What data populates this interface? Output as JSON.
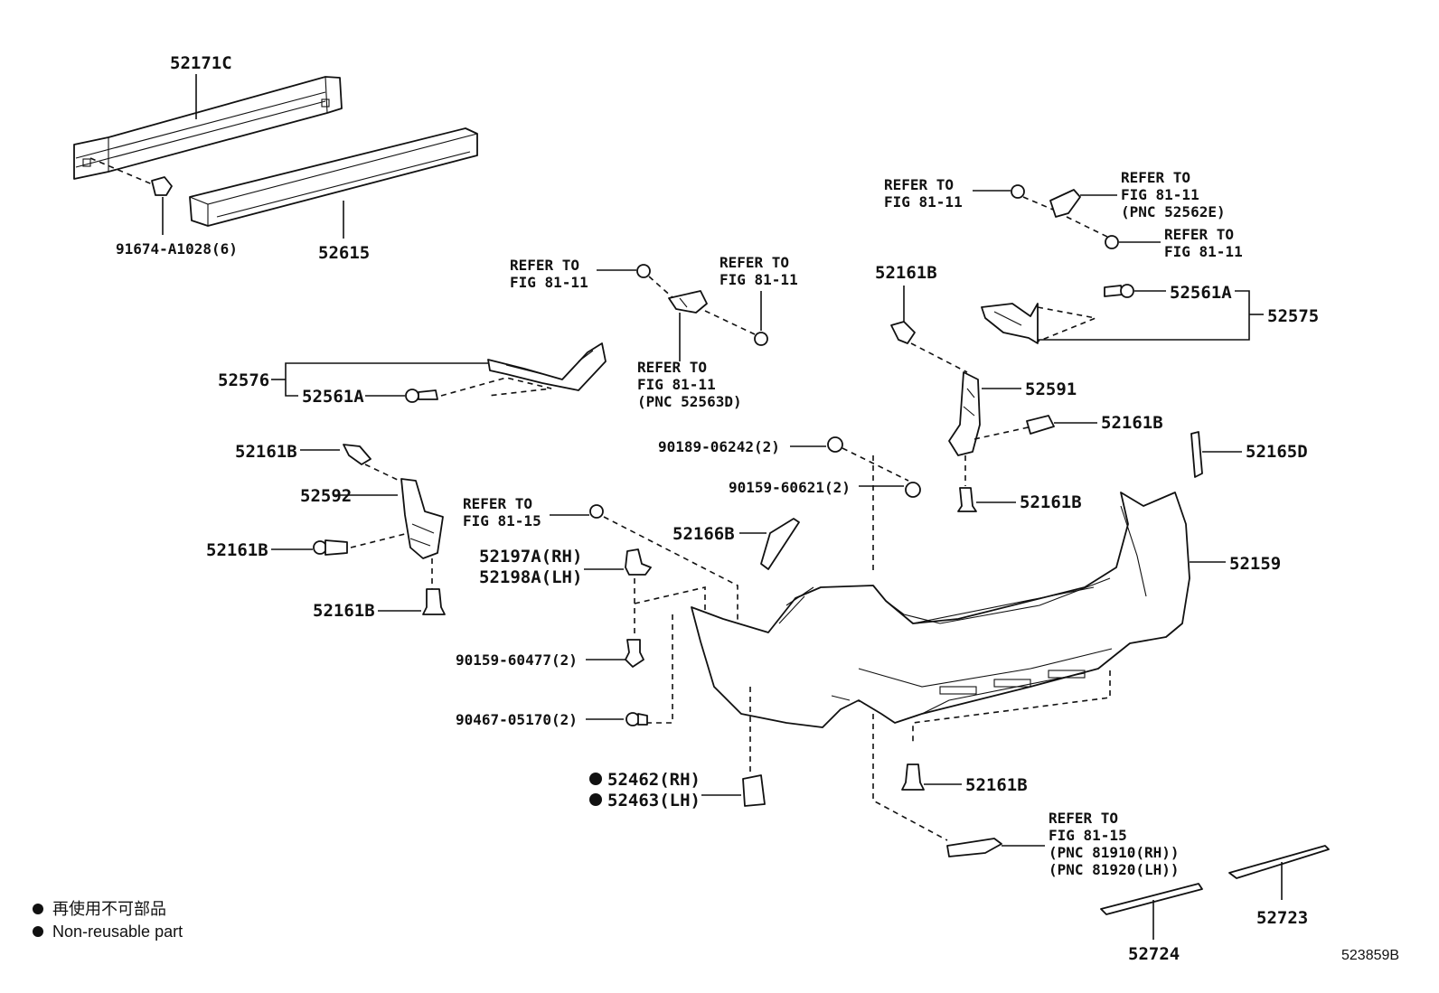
{
  "labels": {
    "p52171C": "52171C",
    "p91674": "91674-A1028(6)",
    "p52615": "52615",
    "refer_a": [
      "REFER TO",
      "FIG 81-11"
    ],
    "refer_b": [
      "REFER TO",
      "FIG 81-11"
    ],
    "refer_c": [
      "REFER TO",
      "FIG 81-11",
      "(PNC 52563D)"
    ],
    "refer_d": [
      "REFER TO",
      "FIG 81-11"
    ],
    "refer_e": [
      "REFER TO",
      "FIG 81-11",
      "(PNC 52562E)"
    ],
    "refer_f": [
      "REFER TO",
      "FIG 81-11"
    ],
    "refer_g": [
      "REFER TO",
      "FIG 81-15"
    ],
    "refer_h": [
      "REFER TO",
      "FIG 81-15",
      "(PNC 81910(RH))",
      "(PNC 81920(LH))"
    ],
    "p52576": "52576",
    "p52561A_left": "52561A",
    "p52561A_right": "52561A",
    "p52575": "52575",
    "p52161B_a": "52161B",
    "p52161B_b": "52161B",
    "p52161B_c": "52161B",
    "p52161B_d": "52161B",
    "p52161B_e": "52161B",
    "p52161B_f": "52161B",
    "p52161B_g": "52161B",
    "p52592": "52592",
    "p52591": "52591",
    "p52165D": "52165D",
    "p90189": "90189-06242(2)",
    "p90159_621": "90159-60621(2)",
    "p52166B": "52166B",
    "p52197A": "52197A(RH)",
    "p52198A": "52198A(LH)",
    "p52159": "52159",
    "p90159_477": "90159-60477(2)",
    "p90467": "90467-05170(2)",
    "p52462": "52462(RH)",
    "p52463": "52463(LH)",
    "p52723": "52723",
    "p52724": "52724"
  },
  "legend": {
    "line_cn": "再使用不可部品",
    "line_en": "Non-reusable part"
  },
  "diagram_code": "523859B"
}
